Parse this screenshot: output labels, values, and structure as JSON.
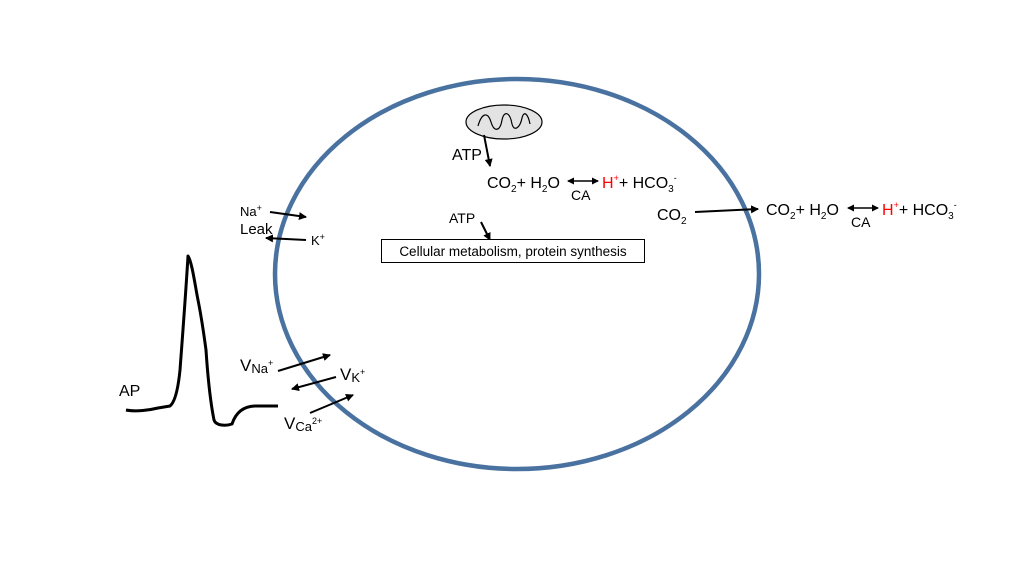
{
  "labels": {
    "atp_top": "ATP",
    "atp_mid": "ATP",
    "metabolism_box": "Cellular metabolism, protein synthesis",
    "reaction_inside": {
      "co2": "CO",
      "co2_sub": "2",
      "plus1": "+ H",
      "h2o_sub": "2",
      "o": "O",
      "h": "H",
      "h_sup": "+",
      "plus2": "+ HCO",
      "hco3_sub": "3",
      "hco3_sup": "-",
      "ca": "CA"
    },
    "reaction_outside": {
      "co2": "CO",
      "co2_sub": "2",
      "plus1": "+ H",
      "h2o_sub": "2",
      "o": "O",
      "h": "H",
      "h_sup": "+",
      "plus2": "+ HCO",
      "hco3_sub": "3",
      "hco3_sup": "-",
      "ca": "CA"
    },
    "co2_outside": {
      "co": "CO",
      "sub": "2"
    },
    "na": {
      "text": "Na",
      "sup": "+"
    },
    "leak": "Leak",
    "k": {
      "text": "K",
      "sup": "+"
    },
    "v_na": {
      "v": "V",
      "ion": "Na",
      "sup": "+"
    },
    "v_k": {
      "v": "V",
      "ion": "K",
      "sup": "+"
    },
    "v_ca": {
      "v": "V",
      "ion": "Ca",
      "sup": "2+"
    },
    "ap": "AP"
  },
  "colors": {
    "cell_membrane": "#4a72a0",
    "mitochondrion_fill": "#e3e3e3",
    "proton": "#ff0000",
    "ink": "#000000"
  },
  "icons": {
    "mitochondrion": "mitochondrion-icon"
  }
}
